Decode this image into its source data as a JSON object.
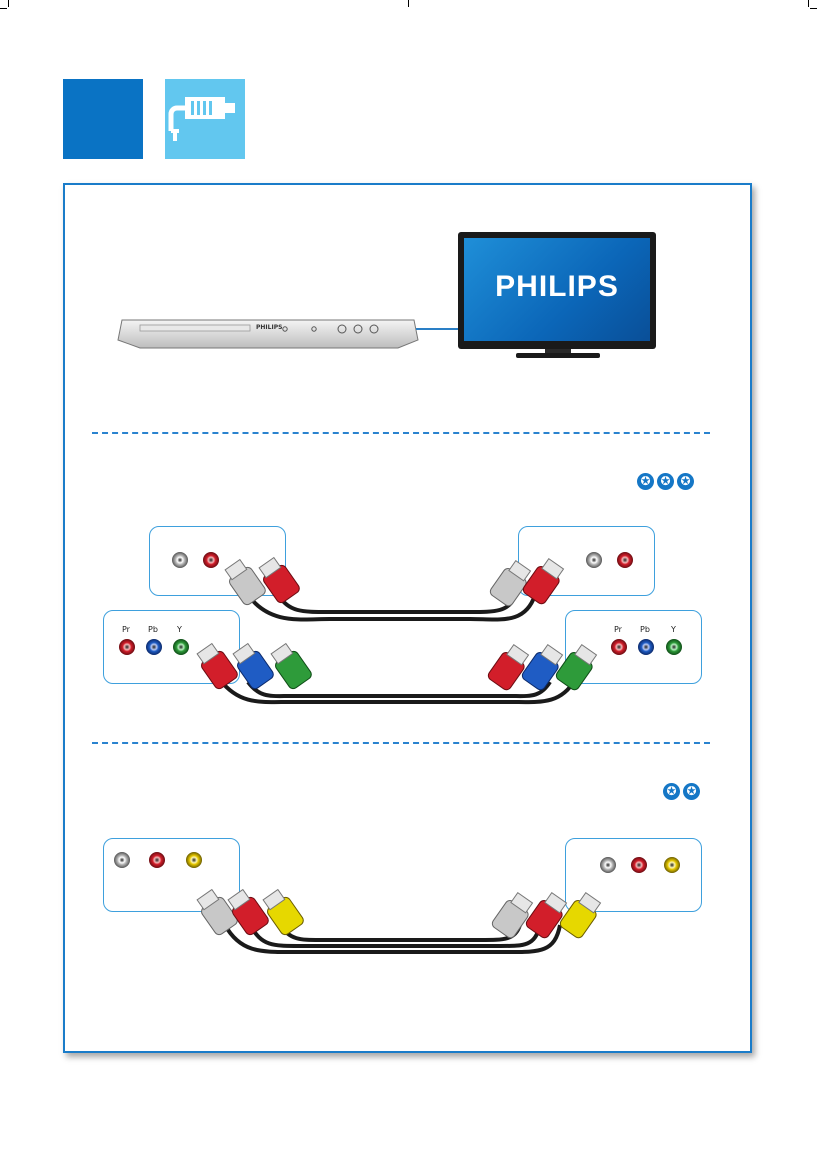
{
  "tv": {
    "brand": "PHILIPS"
  },
  "player": {
    "brand": "PHILIPS"
  },
  "component_section": {
    "rating_icons": [
      "star-icon",
      "star-icon",
      "star-icon"
    ],
    "jack_labels": [
      "Pr",
      "Pb",
      "Y"
    ]
  },
  "composite_section": {
    "rating_icons": [
      "star-icon",
      "star-icon"
    ]
  },
  "colors": {
    "accent_blue": "#0a73c4",
    "light_blue": "#62c7ef",
    "panel_border": "#1a7cc9",
    "plug_red": "#d21e2a",
    "plug_white": "#c8c8c8",
    "plug_blue": "#1f5cc4",
    "plug_green": "#2e9b3a",
    "plug_yellow": "#e6d800"
  }
}
